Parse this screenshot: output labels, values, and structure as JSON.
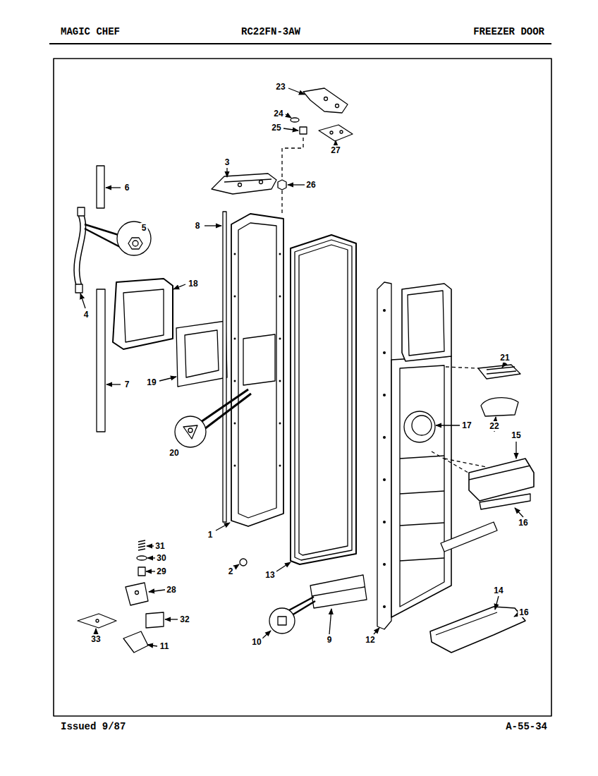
{
  "diagram": {
    "labels": [
      "MAGIC CHEF",
      "RC22FN-3AW",
      "FREEZER DOOR",
      "23",
      "24",
      "25",
      "27",
      "26",
      "3",
      "6",
      "5",
      "8",
      "18",
      "4",
      "7",
      "19",
      "21",
      "17",
      "15",
      "22",
      "20",
      "16",
      "1",
      "31",
      "30",
      "29",
      "2",
      "13",
      "28",
      "14",
      "16",
      "32",
      "33",
      "11",
      "10",
      "9",
      "12",
      "Issued 9/87",
      "A-55-34"
    ]
  }
}
